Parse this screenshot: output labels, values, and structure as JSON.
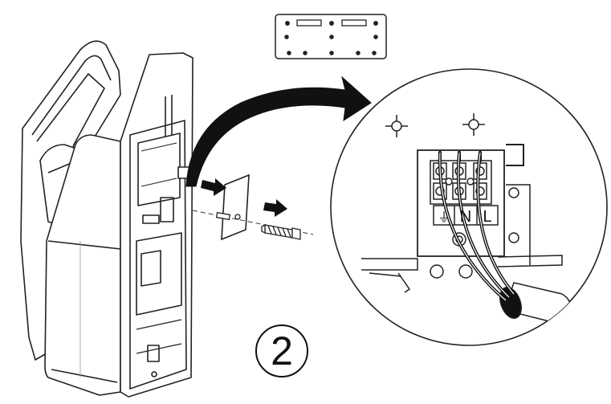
{
  "step": {
    "number": "2"
  },
  "terminal_labels": {
    "earth": "⏚",
    "neutral": "N",
    "live": "L"
  }
}
